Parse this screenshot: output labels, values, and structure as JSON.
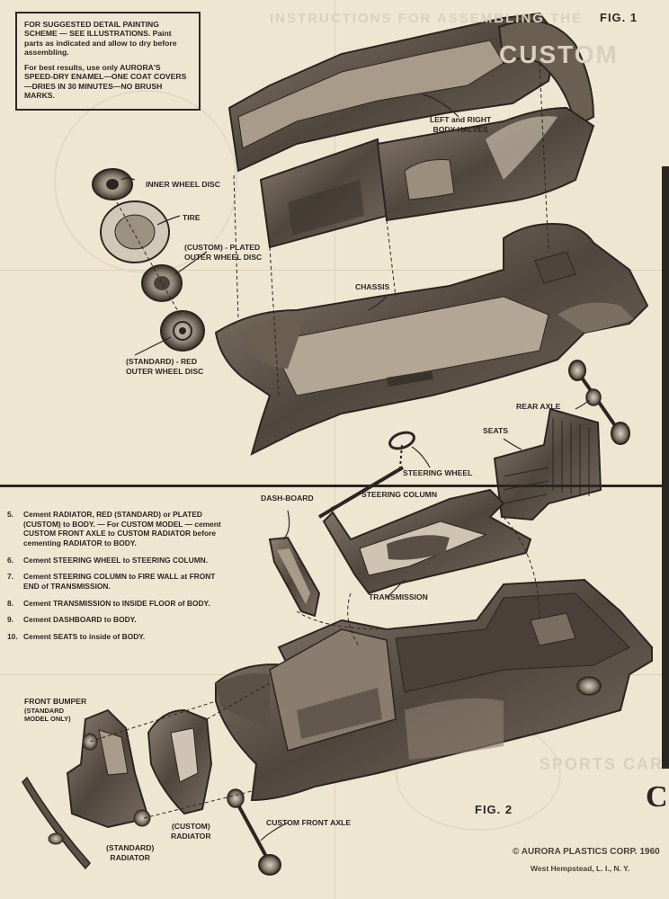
{
  "notice": {
    "paragraph1": "FOR SUGGESTED DETAIL PAINTING SCHEME — SEE ILLUSTRATIONS. Paint parts as indicated and allow to dry before assembling.",
    "paragraph2": "For best results, use only AURORA'S SPEED-DRY ENAMEL—ONE COAT COVERS—DRIES IN 30 MINUTES—NO BRUSH MARKS."
  },
  "figures": {
    "fig1": "FIG. 1",
    "fig2": "FIG. 2"
  },
  "callouts": {
    "inner_wheel_disc": "INNER WHEEL DISC",
    "tire": "TIRE",
    "custom_plated_outer_line1": "(CUSTOM) - PLATED",
    "custom_plated_outer_line2": "OUTER WHEEL DISC",
    "standard_red_outer_line1": "(STANDARD) - RED",
    "standard_red_outer_line2": "OUTER WHEEL DISC",
    "body_halves_line1": "LEFT and RIGHT",
    "body_halves_line2": "BODY HALVES",
    "chassis": "CHASSIS",
    "rear_axle": "REAR AXLE",
    "seats": "SEATS",
    "steering_wheel": "STEERING WHEEL",
    "steering_column": "STEERING COLUMN",
    "dash_board": "DASH-BOARD",
    "transmission": "TRANSMISSION",
    "front_bumper_line1": "FRONT BUMPER",
    "front_bumper_line2": "(STANDARD",
    "front_bumper_line3": "MODEL ONLY)",
    "custom_radiator_line1": "(CUSTOM)",
    "custom_radiator_line2": "RADIATOR",
    "standard_radiator_line1": "(STANDARD)",
    "standard_radiator_line2": "RADIATOR",
    "custom_front_axle": "CUSTOM FRONT AXLE"
  },
  "steps": [
    {
      "num": "5.",
      "text": "Cement RADIATOR, RED (STANDARD) or PLATED (CUSTOM) to BODY. — For CUSTOM MODEL — cement CUSTOM FRONT AXLE to CUSTOM RADIATOR before cementing RADIATOR to BODY."
    },
    {
      "num": "6.",
      "text": "Cement STEERING WHEEL to STEERING COLUMN."
    },
    {
      "num": "7.",
      "text": "Cement STEERING COLUMN to FIRE WALL at FRONT END of TRANSMISSION."
    },
    {
      "num": "8.",
      "text": "Cement TRANSMISSION to INSIDE FLOOR of BODY."
    },
    {
      "num": "9.",
      "text": "Cement DASHBOARD to BODY."
    },
    {
      "num": "10.",
      "text": "Cement SEATS to inside of BODY."
    }
  ],
  "footer": {
    "copyright": "© AURORA PLASTICS CORP. 1960",
    "address": "West Hempstead, L. I., N. Y."
  },
  "colors": {
    "paper": "#efe6d2",
    "ink": "#2b2622",
    "part_dark": "#5c5146",
    "part_mid": "#8a7d6e"
  }
}
